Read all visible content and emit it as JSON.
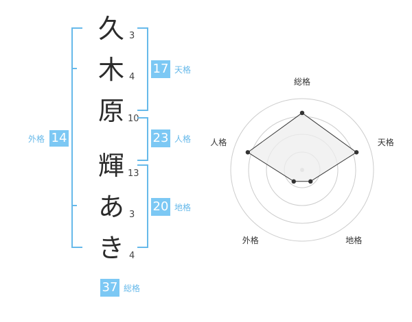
{
  "name": {
    "chars": [
      "久",
      "木",
      "原",
      "輝",
      "あ",
      "き"
    ],
    "strokes": [
      "3",
      "4",
      "10",
      "13",
      "3",
      "4"
    ]
  },
  "kakusu": {
    "tenkaku": {
      "value": "17",
      "label": "天格"
    },
    "jinkaku": {
      "value": "23",
      "label": "人格"
    },
    "chikaku": {
      "value": "20",
      "label": "地格"
    },
    "gaikaku": {
      "value": "14",
      "label": "外格"
    },
    "soukaku": {
      "value": "37",
      "label": "総格"
    }
  },
  "chart_data": {
    "type": "radar",
    "axes": [
      "総格",
      "天格",
      "地格",
      "外格",
      "人格"
    ],
    "values": [
      4,
      4,
      1,
      1,
      4
    ],
    "max": 5,
    "rings": 4,
    "colors": {
      "fill": "#eeeeee",
      "line": "#333333",
      "grid": "#cccccc",
      "center": "#c8c8c8"
    }
  }
}
